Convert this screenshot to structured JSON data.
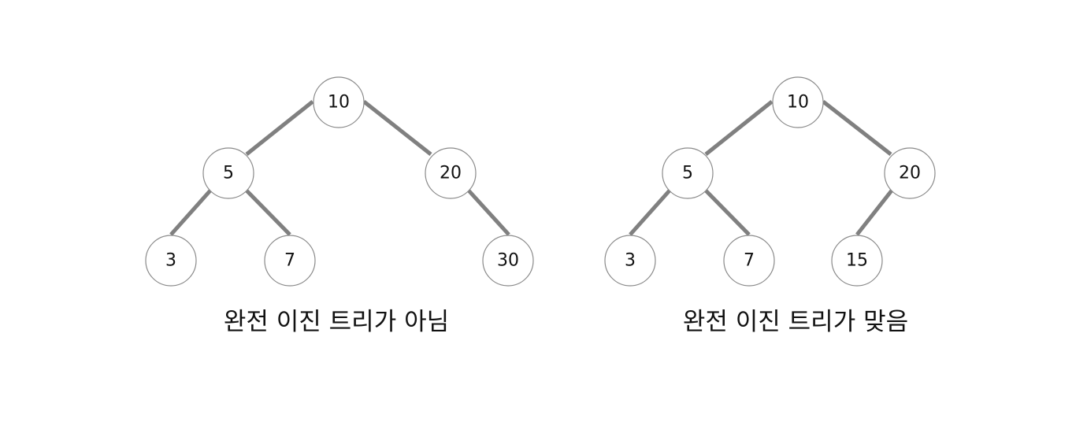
{
  "trees": [
    {
      "caption": "완전 이진 트리가 아님",
      "nodes": [
        "10",
        "5",
        "20",
        "3",
        "7",
        "30"
      ]
    },
    {
      "caption": "완전 이진 트리가 맞음",
      "nodes": [
        "10",
        "5",
        "20",
        "3",
        "7",
        "15"
      ]
    }
  ]
}
